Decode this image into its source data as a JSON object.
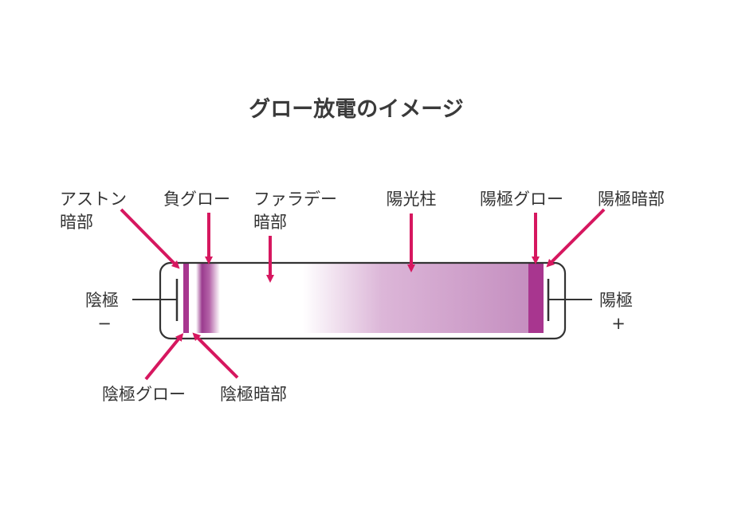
{
  "title": "グロー放電のイメージ",
  "labels": {
    "aston_dark_line1": "アストン",
    "aston_dark_line2": "暗部",
    "negative_glow": "負グロー",
    "faraday_dark_line1": "ファラデー",
    "faraday_dark_line2": "暗部",
    "positive_column": "陽光柱",
    "anode_glow": "陽極グロー",
    "anode_dark": "陽極暗部",
    "cathode": "陰極",
    "cathode_sign": "−",
    "anode": "陽極",
    "anode_sign": "+",
    "cathode_glow": "陰極グロー",
    "cathode_dark": "陰極暗部"
  },
  "colors": {
    "arrow": "#d6175f",
    "tube_outline": "#333333",
    "glow_dark": "#a8368f",
    "glow_light": "#c58fc0"
  }
}
